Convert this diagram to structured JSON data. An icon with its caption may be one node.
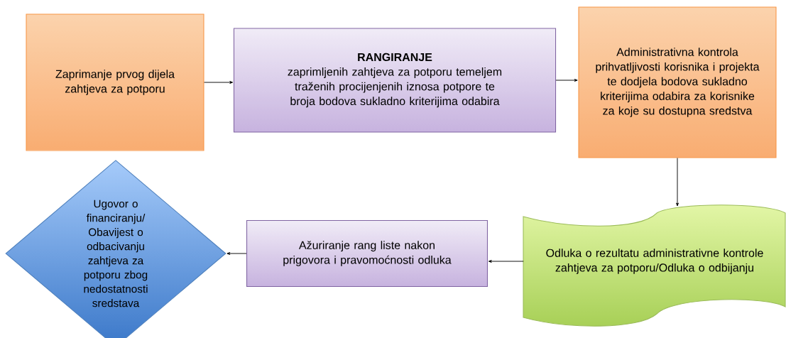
{
  "diagram": {
    "nodes": [
      {
        "text": [
          "Zaprimanje prvog dijela zahtjeva za potporu"
        ]
      },
      {
        "text": [
          "RANGIRANJE",
          "zaprimljenih zahtjeva za potporu temeljem traženih procijenjenih iznosa potpore te broja bodova sukladno kriterijima odabira"
        ]
      },
      {
        "text": [
          "Administrativna kontrola prihvatljivosti korisnika i projekta te dodjela bodova sukladno kriterijima odabira za korisnike za koje su dostupna sredstva"
        ]
      },
      {
        "text": [
          "Odluka o rezultatu administrativne kontrole zahtjeva za potporu/Odluka o odbijanju"
        ]
      },
      {
        "text": [
          "Ažuriranje rang liste nakon prigovora i pravomoćnosti odluka"
        ]
      },
      {
        "text": [
          "Ugovor o financiranju/ Obavijest o odbacivanju zahtjeva za potporu zbog nedostatnosti sredstava"
        ]
      }
    ],
    "edges": [
      {
        "from": 0,
        "to": 1,
        "arrow": "to"
      },
      {
        "from": 1,
        "to": 2,
        "arrow": "to"
      },
      {
        "from": 2,
        "to": 3,
        "arrow": "to"
      },
      {
        "from": 3,
        "to": 4,
        "arrow": "to"
      },
      {
        "from": 4,
        "to": 5,
        "arrow": "to"
      }
    ]
  }
}
